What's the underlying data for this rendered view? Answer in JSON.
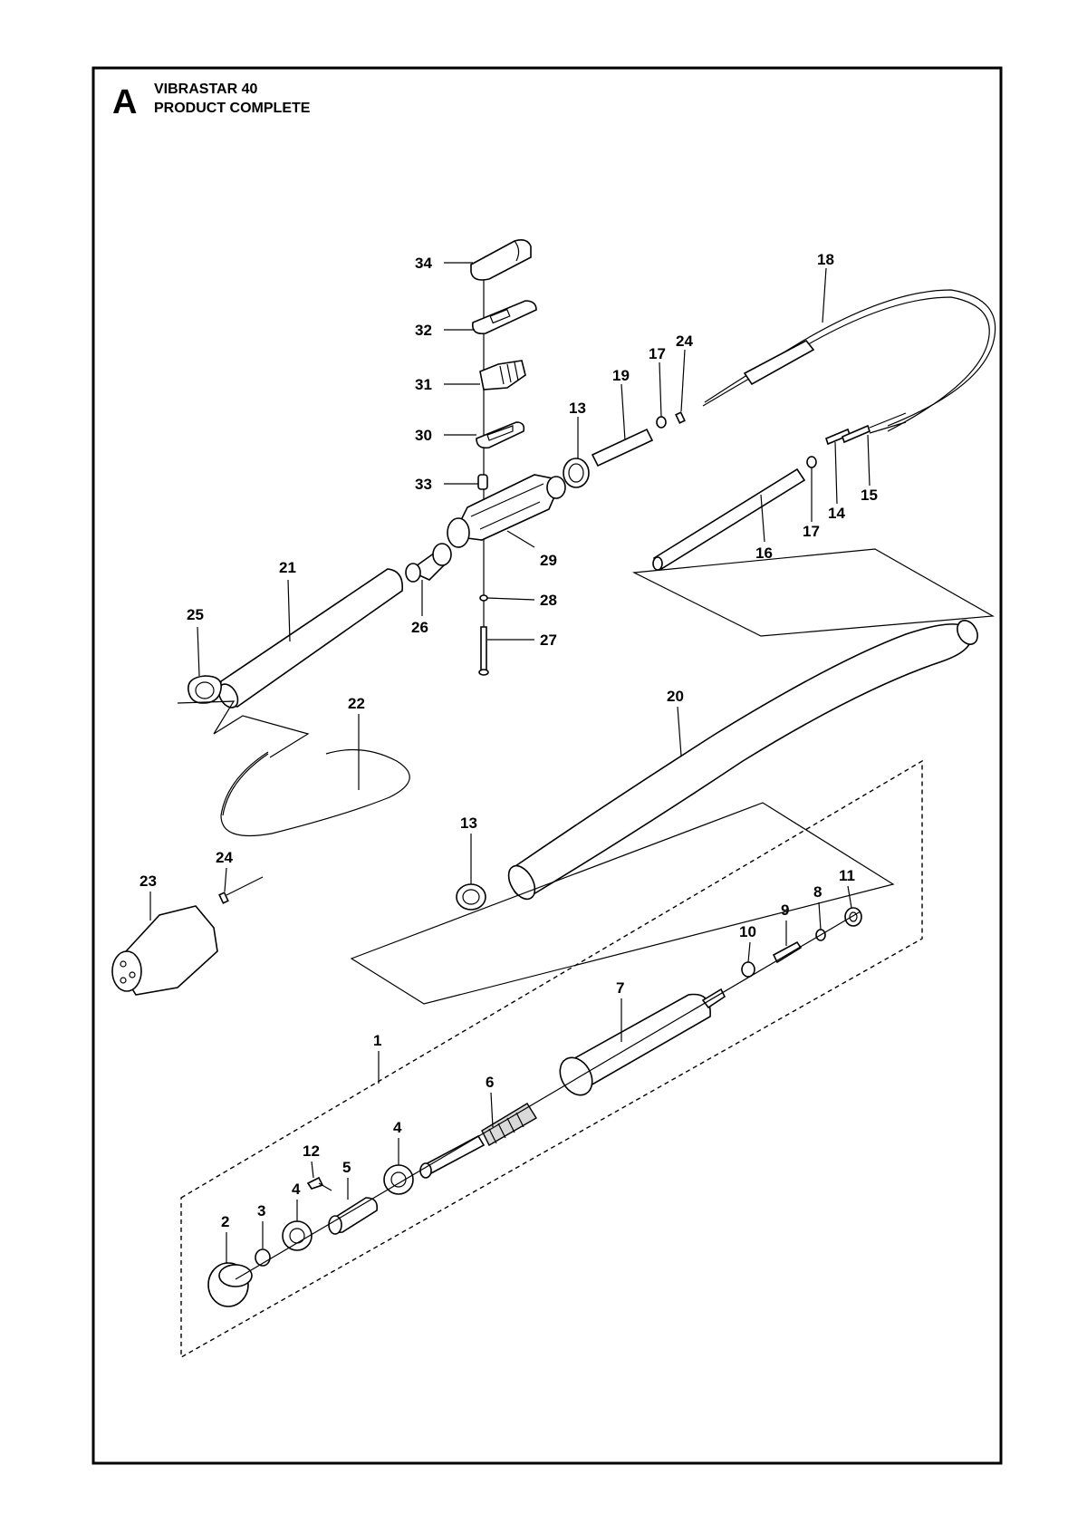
{
  "header": {
    "section_letter": "A",
    "title_line1": "VIBRASTAR 40",
    "title_line2": "PRODUCT COMPLETE"
  },
  "callouts": [
    "34",
    "32",
    "31",
    "30",
    "33",
    "29",
    "18",
    "19",
    "17",
    "24",
    "13",
    "14",
    "15",
    "16",
    "17",
    "21",
    "25",
    "26",
    "28",
    "27",
    "22",
    "20",
    "13",
    "23",
    "24",
    "11",
    "8",
    "9",
    "10",
    "7",
    "1",
    "6",
    "4",
    "12",
    "5",
    "4",
    "3",
    "2"
  ],
  "colors": {
    "line": "#000000",
    "fill": "#ffffff",
    "shade": "#d9d9d9"
  }
}
